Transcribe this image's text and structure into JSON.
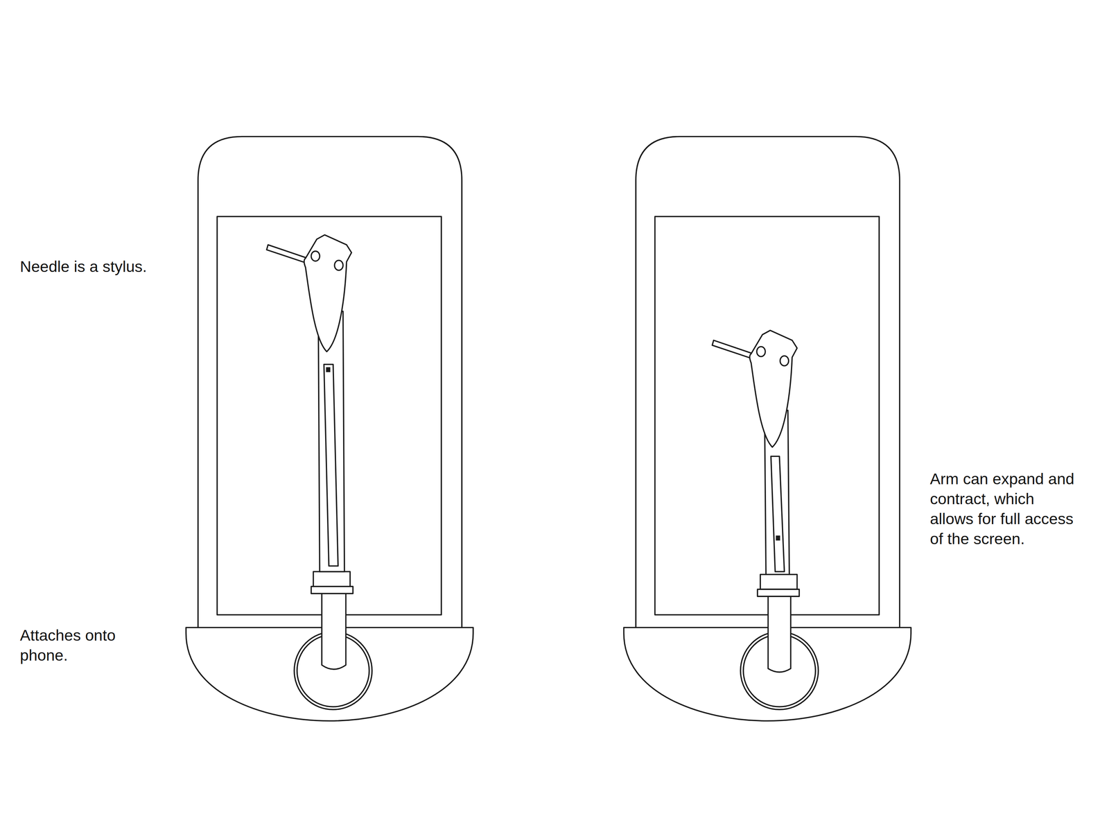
{
  "diagram": {
    "labels": [
      "Needle is a stylus.",
      "Attaches onto phone.",
      "Arm can expand and contract, which allows for full access of the screen."
    ]
  }
}
